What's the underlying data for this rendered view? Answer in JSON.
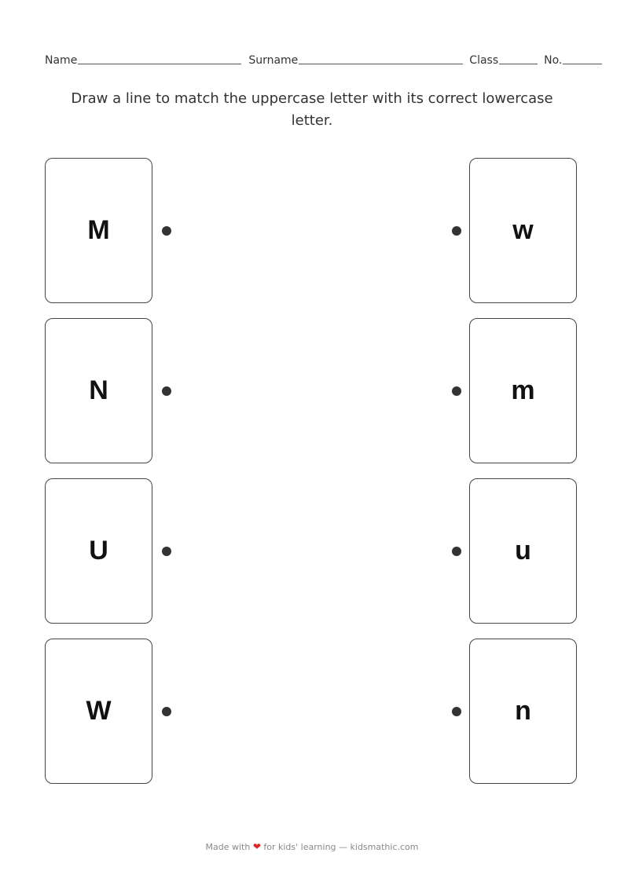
{
  "header": {
    "name_label": "Name",
    "surname_label": "Surname",
    "class_label": "Class",
    "no_label": "No."
  },
  "instructions": "Draw a line to match the uppercase letter with its correct lowercase letter.",
  "left_cards": [
    {
      "letter": "M"
    },
    {
      "letter": "N"
    },
    {
      "letter": "U"
    },
    {
      "letter": "W"
    }
  ],
  "right_cards": [
    {
      "letter": "w"
    },
    {
      "letter": "m"
    },
    {
      "letter": "u"
    },
    {
      "letter": "n"
    }
  ],
  "footer": {
    "prefix": "Made with",
    "heart": "❤",
    "suffix": "for kids' learning — kidsmathic.com"
  }
}
